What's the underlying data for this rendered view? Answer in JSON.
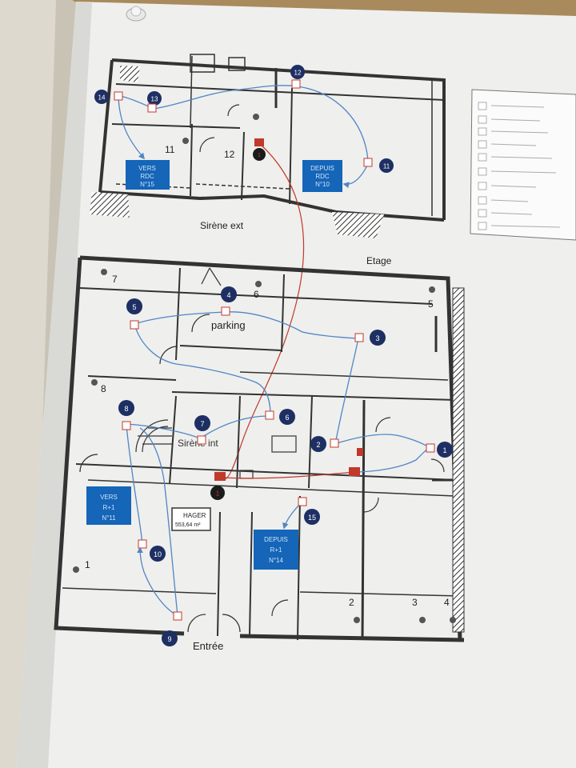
{
  "upper_plan": {
    "label_siren_ext": "Sirène ext",
    "room_11": "11",
    "room_12": "12",
    "box_vers": [
      "VERS",
      "RDC",
      "N°15"
    ],
    "box_depuis": [
      "DEPUIS",
      "RDC",
      "N°10"
    ],
    "markers": [
      "14",
      "13",
      "12",
      "11"
    ],
    "red_marker": "1"
  },
  "section_title": "Etage",
  "lower_plan": {
    "label_parking": "parking",
    "label_sirene_int": "Sirène int",
    "label_entree": "Entrée",
    "hager": [
      "HAGER",
      "553,64 m²"
    ],
    "box_vers": [
      "VERS",
      "R+1",
      "N°11"
    ],
    "box_depuis": [
      "DEPUIS",
      "R+1",
      "N°14"
    ],
    "markers": [
      "1",
      "2",
      "3",
      "4",
      "5",
      "6",
      "7",
      "8",
      "9",
      "10",
      "15"
    ],
    "red_marker": "1",
    "room_numbers": [
      "1",
      "2",
      "3",
      "4",
      "5",
      "6",
      "7",
      "8"
    ]
  },
  "colors": {
    "marker_fill": "#1d2f63",
    "box_fill": "#1565b8",
    "wire_blue": "#4f86c6",
    "wire_red": "#c0392b",
    "wall": "#3a3a3a"
  }
}
